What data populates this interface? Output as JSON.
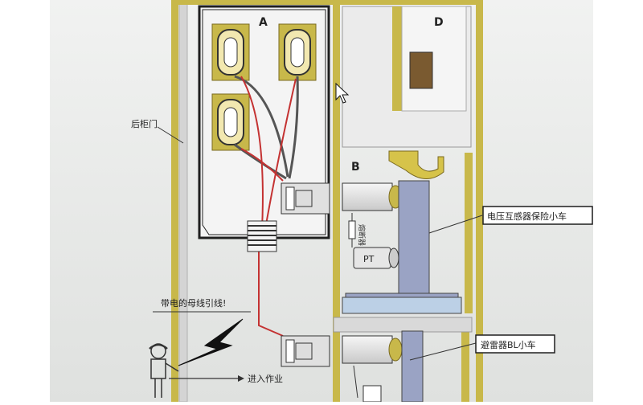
{
  "labels": {
    "section_a": "A",
    "section_b": "B",
    "section_d": "D",
    "rear_door": "后柜门",
    "fuse": "熔断器",
    "pt": "PT",
    "vt_fuse_cart": "电压互感器保险小车",
    "arrester_cart": "避雷器BL小车",
    "live_bus_lead": "带电的母线引线!",
    "enter_work": "进入作业"
  },
  "colors": {
    "frame_yellow": "#c8b84a",
    "bus_red": "#c43232",
    "screen_bg": "#e9ebe9",
    "outer_bg": "#ffffff",
    "line_dark": "#1f1f1f",
    "insulator_bg": "#f2e8b0"
  },
  "icons": {
    "pointer": "mouse-pointer-icon",
    "lightning": "lightning-icon",
    "worker": "worker-icon"
  }
}
